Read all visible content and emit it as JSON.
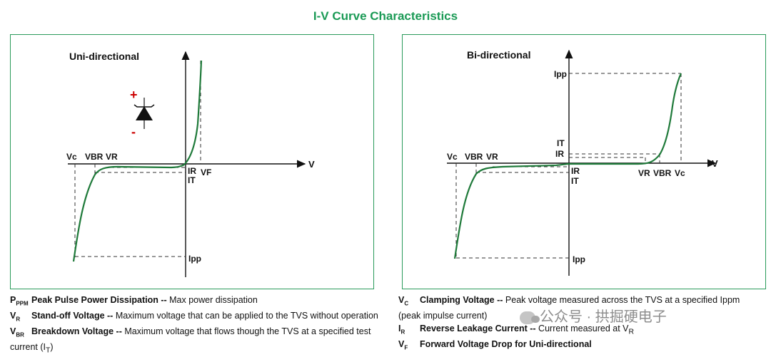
{
  "title": "I-V Curve Characteristics",
  "colors": {
    "accent": "#1a9a55",
    "curve": "#1f7a3a",
    "polarity": "#cc0000"
  },
  "uni": {
    "label": "Uni-directional",
    "axis_v": "V",
    "vc": "Vc",
    "vbr": "VBR",
    "vr": "VR",
    "ir": "IR",
    "it": "IT",
    "vf": "VF",
    "ipp": "Ipp",
    "plus": "+",
    "minus": "-"
  },
  "bi": {
    "label": "Bi-directional",
    "axis_v": "V",
    "ipp_top": "Ipp",
    "it_top": "IT",
    "ir_top": "IR",
    "vc_left": "Vc",
    "vbr_left": "VBR",
    "vr_left": "VR",
    "ir_bottom": "IR",
    "it_bottom": "IT",
    "vr_right": "VR",
    "vbr_right": "VBR",
    "vc_right": "Vc",
    "ipp_bottom": "Ipp"
  },
  "legend_left": [
    {
      "sym": "P",
      "sub": "PPM",
      "term": "Peak Pulse Power Dissipation --",
      "desc": " Max power dissipation"
    },
    {
      "sym": "V",
      "sub": "R",
      "term": "Stand-off Voltage --",
      "desc": " Maximum voltage that can be applied to the TVS without operation"
    },
    {
      "sym": "V",
      "sub": "BR",
      "term": "Breakdown Voltage --",
      "desc": "  Maximum voltage that flows though the TVS at a specified test current (I",
      "desc_sub": "T",
      "desc_end": ")"
    }
  ],
  "legend_right": [
    {
      "sym": "V",
      "sub": "C",
      "term": "Clamping Voltage --",
      "desc": " Peak voltage measured across the TVS at a specified Ippm (peak impulse current)"
    },
    {
      "sym": "I",
      "sub": "R",
      "term": "Reverse Leakage Current --",
      "desc": " Current measured at V",
      "desc_sub": "R",
      "desc_end": ""
    },
    {
      "sym": "V",
      "sub": "F",
      "term": "Forward Voltage Drop for Uni-directional",
      "desc": ""
    }
  ],
  "watermark": "公众号 · 拱掘硬电子"
}
